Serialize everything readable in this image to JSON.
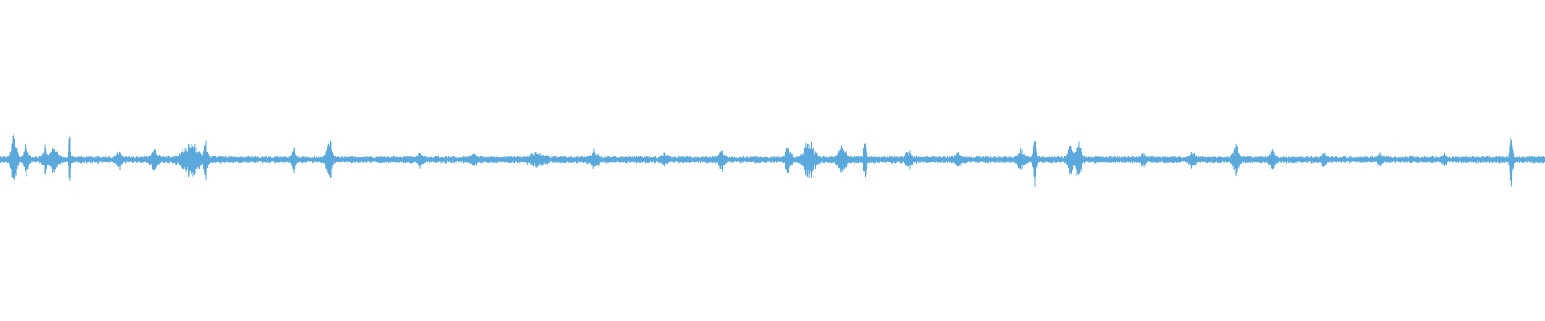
{
  "waveform": {
    "color": "#5ba8dc",
    "baseline_amplitude": 0.012,
    "bursts": [
      {
        "center": 0.009,
        "width": 0.004,
        "amplitude": 0.09
      },
      {
        "center": 0.017,
        "width": 0.003,
        "amplitude": 0.06
      },
      {
        "center": 0.029,
        "width": 0.003,
        "amplitude": 0.05
      },
      {
        "center": 0.035,
        "width": 0.006,
        "amplitude": 0.05
      },
      {
        "center": 0.045,
        "width": 0.001,
        "amplitude": 0.11
      },
      {
        "center": 0.077,
        "width": 0.003,
        "amplitude": 0.04
      },
      {
        "center": 0.1,
        "width": 0.005,
        "amplitude": 0.04
      },
      {
        "center": 0.123,
        "width": 0.012,
        "amplitude": 0.06
      },
      {
        "center": 0.133,
        "width": 0.003,
        "amplitude": 0.07
      },
      {
        "center": 0.19,
        "width": 0.003,
        "amplitude": 0.05
      },
      {
        "center": 0.213,
        "width": 0.004,
        "amplitude": 0.08
      },
      {
        "center": 0.272,
        "width": 0.003,
        "amplitude": 0.03
      },
      {
        "center": 0.307,
        "width": 0.004,
        "amplitude": 0.03
      },
      {
        "center": 0.348,
        "width": 0.01,
        "amplitude": 0.03
      },
      {
        "center": 0.385,
        "width": 0.006,
        "amplitude": 0.035
      },
      {
        "center": 0.43,
        "width": 0.004,
        "amplitude": 0.025
      },
      {
        "center": 0.467,
        "width": 0.004,
        "amplitude": 0.04
      },
      {
        "center": 0.51,
        "width": 0.004,
        "amplitude": 0.05
      },
      {
        "center": 0.524,
        "width": 0.008,
        "amplitude": 0.07
      },
      {
        "center": 0.545,
        "width": 0.006,
        "amplitude": 0.05
      },
      {
        "center": 0.56,
        "width": 0.002,
        "amplitude": 0.08
      },
      {
        "center": 0.588,
        "width": 0.004,
        "amplitude": 0.04
      },
      {
        "center": 0.62,
        "width": 0.004,
        "amplitude": 0.03
      },
      {
        "center": 0.661,
        "width": 0.005,
        "amplitude": 0.04
      },
      {
        "center": 0.67,
        "width": 0.002,
        "amplitude": 0.11
      },
      {
        "center": 0.693,
        "width": 0.004,
        "amplitude": 0.06
      },
      {
        "center": 0.698,
        "width": 0.004,
        "amplitude": 0.07
      },
      {
        "center": 0.74,
        "width": 0.003,
        "amplitude": 0.03
      },
      {
        "center": 0.772,
        "width": 0.004,
        "amplitude": 0.035
      },
      {
        "center": 0.8,
        "width": 0.004,
        "amplitude": 0.06
      },
      {
        "center": 0.824,
        "width": 0.004,
        "amplitude": 0.035
      },
      {
        "center": 0.857,
        "width": 0.003,
        "amplitude": 0.03
      },
      {
        "center": 0.893,
        "width": 0.003,
        "amplitude": 0.03
      },
      {
        "center": 0.935,
        "width": 0.003,
        "amplitude": 0.025
      },
      {
        "center": 0.978,
        "width": 0.002,
        "amplitude": 0.11
      }
    ]
  }
}
